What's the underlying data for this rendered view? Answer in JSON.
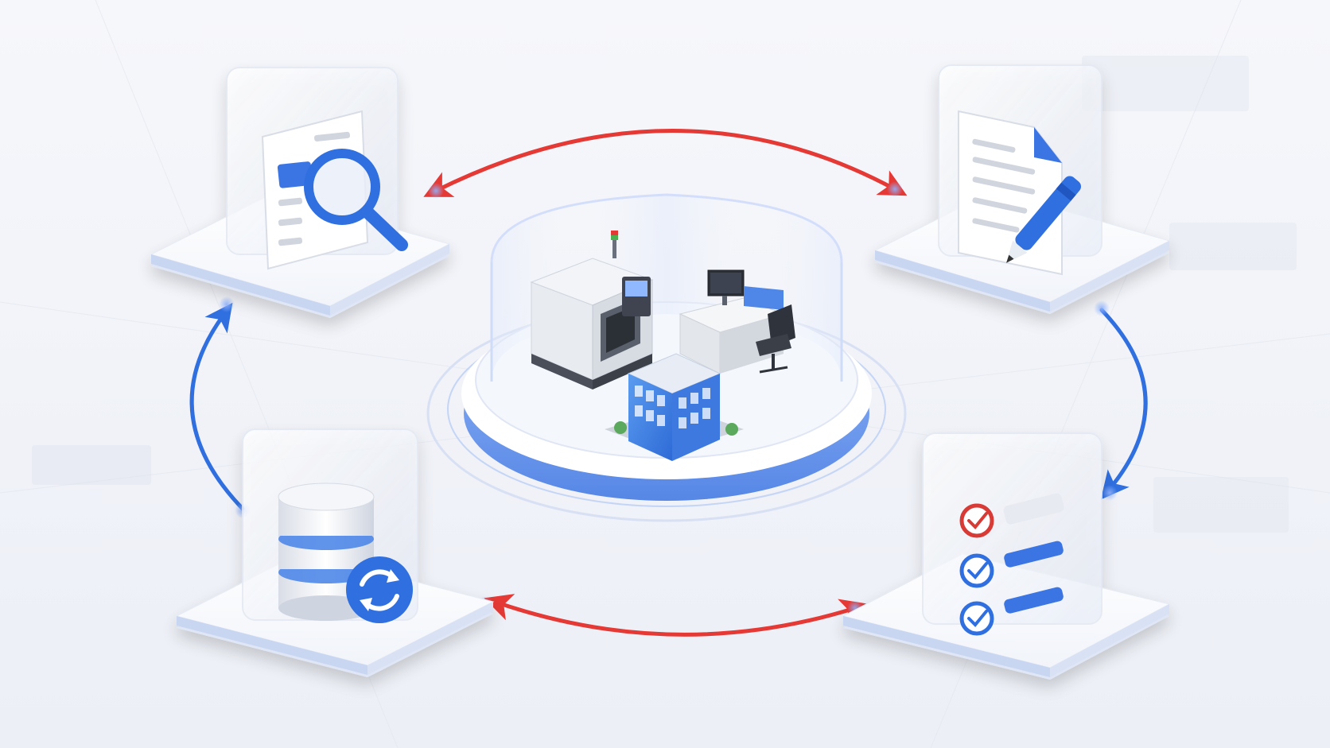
{
  "diagram": {
    "hub": {
      "items": [
        "cnc-machine",
        "office-desk",
        "office-building"
      ]
    },
    "nodes": [
      {
        "id": "review",
        "icon": "document-search-icon"
      },
      {
        "id": "write",
        "icon": "document-edit-icon"
      },
      {
        "id": "checklist",
        "icon": "checklist-icon"
      },
      {
        "id": "data-sync",
        "icon": "database-sync-icon"
      }
    ],
    "flows": [
      {
        "from": "review",
        "to": "write",
        "color": "#e53935",
        "style": "single"
      },
      {
        "from": "write",
        "to": "checklist",
        "color": "#2f6fe0",
        "style": "single"
      },
      {
        "from": "checklist",
        "to": "data-sync",
        "color": "#e53935",
        "style": "double"
      },
      {
        "from": "data-sync",
        "to": "review",
        "color": "#2f6fe0",
        "style": "single"
      }
    ],
    "colors": {
      "accent_blue": "#2f6fe0",
      "accent_red": "#e53935",
      "background": "#f1f3f8"
    }
  }
}
